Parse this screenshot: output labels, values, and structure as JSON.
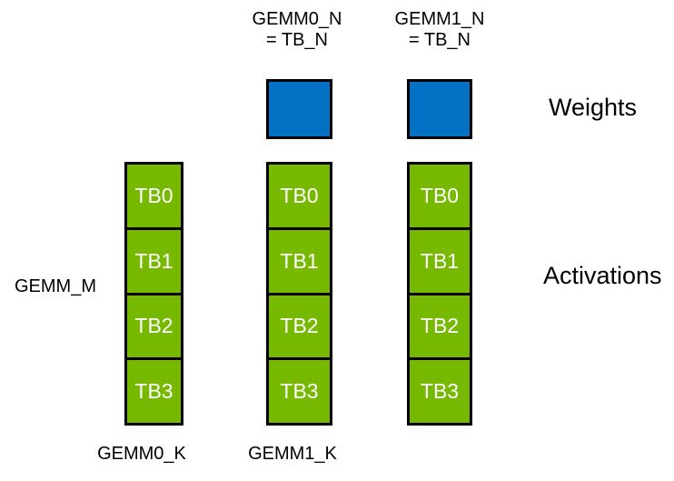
{
  "colors": {
    "background": "#FFFFFF",
    "green": "#76B900",
    "blue": "#0571C5",
    "border": "#000000",
    "label_text": "#000000",
    "block_text": "#FFFFFF"
  },
  "top_labels": [
    {
      "line1": "GEMM0_N",
      "line2": "= TB_N"
    },
    {
      "line1": "GEMM1_N",
      "line2": "= TB_N"
    }
  ],
  "left_label": "GEMM_M",
  "right_labels": {
    "weights": "Weights",
    "activations": "Activations"
  },
  "bottom_labels": [
    "GEMM0_K",
    "GEMM1_K"
  ],
  "activation_columns": [
    {
      "tbs": [
        "TB0",
        "TB1",
        "TB2",
        "TB3"
      ]
    },
    {
      "tbs": [
        "TB0",
        "TB1",
        "TB2",
        "TB3"
      ]
    },
    {
      "tbs": [
        "TB0",
        "TB1",
        "TB2",
        "TB3"
      ]
    }
  ]
}
